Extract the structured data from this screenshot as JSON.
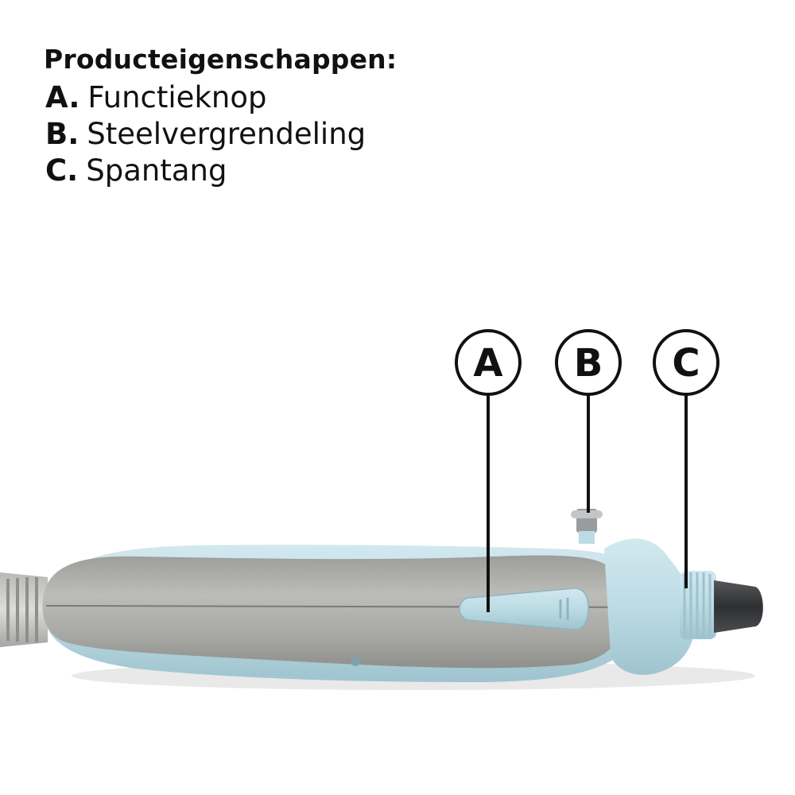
{
  "legend": {
    "title": "Producteigenschappen:",
    "items": [
      {
        "key": "A.",
        "label": "Functieknop"
      },
      {
        "key": "B.",
        "label": "Steelvergrendeling"
      },
      {
        "key": "C.",
        "label": "Spantang"
      }
    ]
  },
  "callouts": [
    {
      "letter": "A",
      "target": "function-button"
    },
    {
      "letter": "B",
      "target": "shaft-lock"
    },
    {
      "letter": "C",
      "target": "collet"
    }
  ],
  "colors": {
    "body_grey": "#a9a9a6",
    "body_blue": "#bcdbe4",
    "tip_dark": "#3a3b3d",
    "outline": "#111111"
  }
}
